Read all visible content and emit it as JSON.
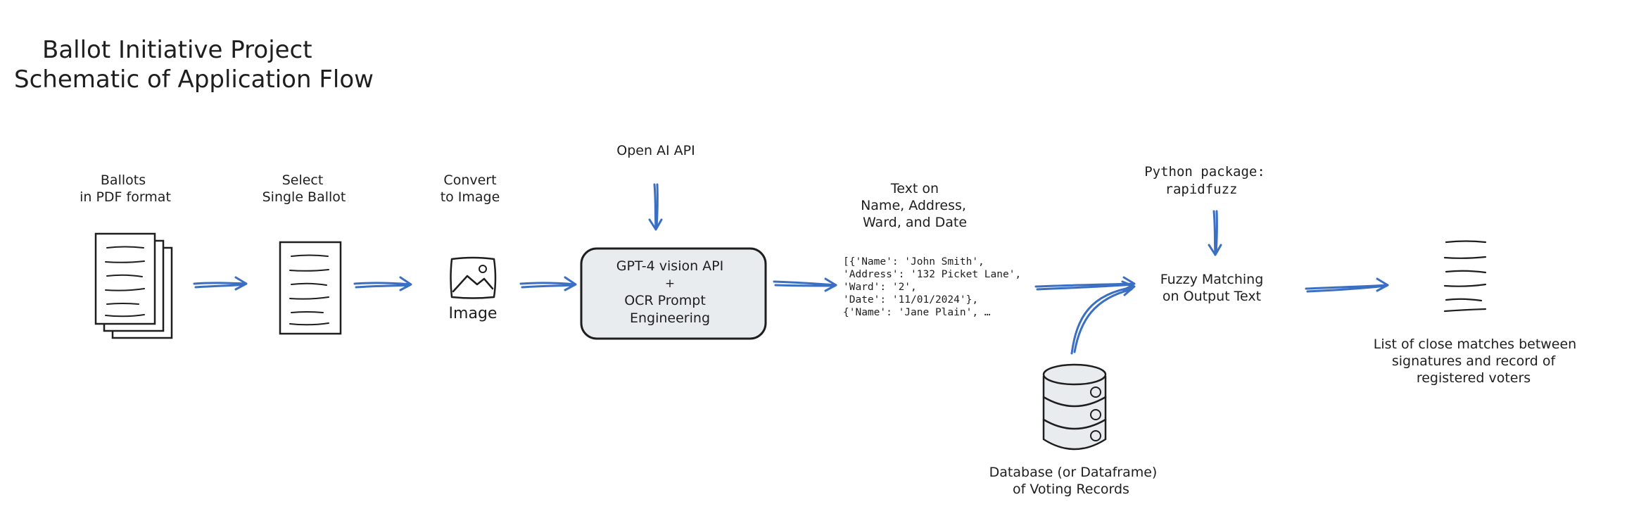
{
  "title": {
    "line1": "Ballot Initiative Project",
    "line2": "Schematic of Application Flow"
  },
  "steps": {
    "ballots": {
      "line1": "Ballots",
      "line2": "in PDF format"
    },
    "select": {
      "line1": "Select",
      "line2": "Single Ballot"
    },
    "convert": {
      "line1": "Convert",
      "line2": "to Image"
    },
    "image_caption": "Image",
    "openai": "Open AI API",
    "gpt_box": {
      "line1": "GPT-4 vision API",
      "line2": "+",
      "line3": "OCR Prompt",
      "line4": "Engineering"
    },
    "text_on": {
      "line1": "Text on",
      "line2": "Name, Address,",
      "line3": "Ward, and Date"
    },
    "output_json": {
      "line1": "[{'Name': 'John Smith',",
      "line2": "'Address': '132 Picket Lane',",
      "line3": "'Ward': '2',",
      "line4": "'Date': '11/01/2024'},",
      "line5": "{'Name': 'Jane Plain',  …"
    },
    "python_pkg": {
      "line1": "Python package:",
      "line2": "rapidfuzz"
    },
    "fuzzy": {
      "line1": "Fuzzy Matching",
      "line2": "on Output Text"
    },
    "database": {
      "line1": "Database (or Dataframe)",
      "line2": "of Voting Records"
    },
    "result": {
      "line1": "List of close matches between",
      "line2": "signatures and record of",
      "line3": "registered voters"
    }
  },
  "colors": {
    "arrow": "#3a6fc4",
    "ink": "#1e1e1e",
    "box_fill": "#e9ecef",
    "background": "#ffffff"
  },
  "icons": [
    "document-stack-icon",
    "document-icon",
    "image-icon",
    "database-icon",
    "list-icon"
  ]
}
